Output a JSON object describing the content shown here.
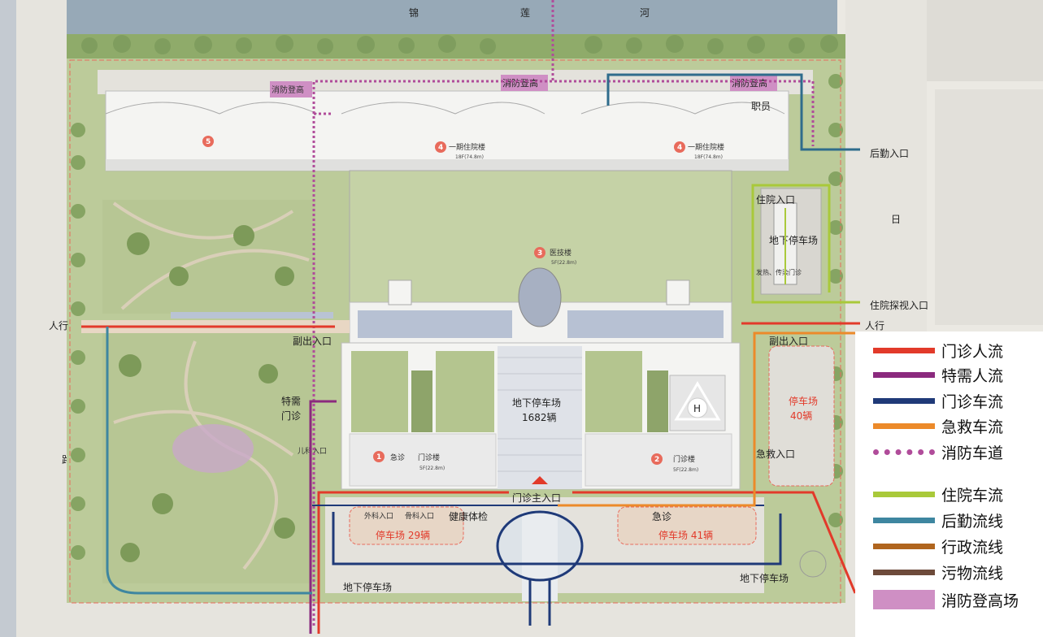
{
  "site": {
    "river_chars": [
      "锦",
      "莲",
      "河"
    ],
    "road_right_char": "日",
    "road_left_char": "路"
  },
  "buildings": {
    "b5_num": "5",
    "b4_left_num": "4",
    "b4_left_name": "一期住院楼",
    "b4_left_sub": "18F(74.8m)",
    "b4_right_num": "4",
    "b4_right_name": "一期住院楼",
    "b4_right_sub": "18F(74.8m)",
    "b3_num": "3",
    "b3_name": "医技楼",
    "b3_sub": "5F(22.8m)",
    "b1_num": "1",
    "b1_tag": "急诊",
    "b1_name": "门诊楼",
    "b1_sub": "5F(22.8m)",
    "b2_num": "2",
    "b2_name": "门诊楼",
    "b2_sub": "5F(22.8m)",
    "helipad": "H"
  },
  "labels": {
    "fire_left": "消防登高",
    "fire_mid": "消防登高",
    "fire_right": "消防登高",
    "staff": "职员",
    "logistics_entrance": "后勤入口",
    "inpatient_entrance": "住院入口",
    "underground_parking_top": "地下停车场",
    "fever_clinic": "发热、传染门诊",
    "inpatient_visit_entrance": "住院探视入口",
    "pedestrian_left": "人行",
    "pedestrian_right": "人行",
    "secondary_exit_left": "副出入口",
    "secondary_exit_right": "副出入口",
    "special_clinic_line1": "特需",
    "special_clinic_line2": "门诊",
    "pediatrics_entrance": "儿科入口",
    "underground_parking_center": "地下停车场",
    "underground_parking_count": "1682辆",
    "parking_right_name": "停车场",
    "parking_right_count": "40辆",
    "emergency_entrance": "急救入口",
    "outpatient_main_entrance": "门诊主入口",
    "surgery_entrance": "外科入口",
    "orthopedics_entrance": "骨科入口",
    "health_checkup": "健康体检",
    "parking_left": "停车场  29辆",
    "emergency": "急诊",
    "parking_bottom_right": "停车场  41辆",
    "underground_parking_bl": "地下停车场",
    "underground_parking_br": "地下停车场"
  },
  "legend": [
    {
      "label": "门诊人流",
      "color": "#e23a2a",
      "style": "solid"
    },
    {
      "label": "特需人流",
      "color": "#8b2a7e",
      "style": "solid"
    },
    {
      "label": "门诊车流",
      "color": "#1f3a78",
      "style": "solid"
    },
    {
      "label": "急救车流",
      "color": "#ec8a2a",
      "style": "solid"
    },
    {
      "label": "消防车道",
      "color": "#b04c9a",
      "style": "dotted"
    },
    {
      "label": "住院车流",
      "color": "#a9c93a",
      "style": "solid"
    },
    {
      "label": "后勤流线",
      "color": "#3e86a0",
      "style": "solid"
    },
    {
      "label": "行政流线",
      "color": "#b0651e",
      "style": "solid"
    },
    {
      "label": "污物流线",
      "color": "#6d4a3a",
      "style": "solid"
    },
    {
      "label": "消防登高场",
      "color": "#cf8fc4",
      "style": "box"
    }
  ]
}
